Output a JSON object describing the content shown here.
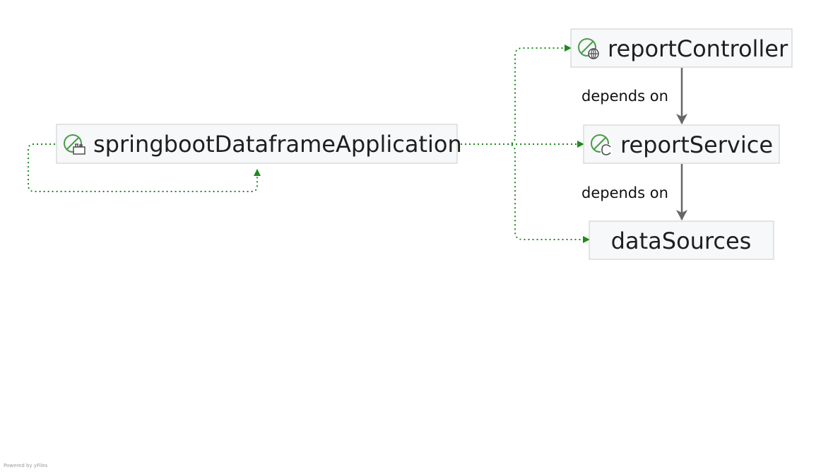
{
  "nodes": {
    "app": {
      "label": "springbootDataframeApplication",
      "icon": "spring-boot-app-icon"
    },
    "controller": {
      "label": "reportController",
      "icon": "spring-web-controller-icon"
    },
    "service": {
      "label": "reportService",
      "icon": "spring-component-icon"
    },
    "datasources": {
      "label": "dataSources"
    }
  },
  "edges": {
    "controller_to_service": "depends on",
    "service_to_datasources": "depends on"
  },
  "footer": {
    "watermark": "Powered by yFiles"
  },
  "colors": {
    "node_fill": "#f7f8fa",
    "node_border": "#c9cbcf",
    "dotted_edge": "#1e8a1e",
    "solid_edge": "#666666",
    "spring_green": "#4a9c4a"
  }
}
